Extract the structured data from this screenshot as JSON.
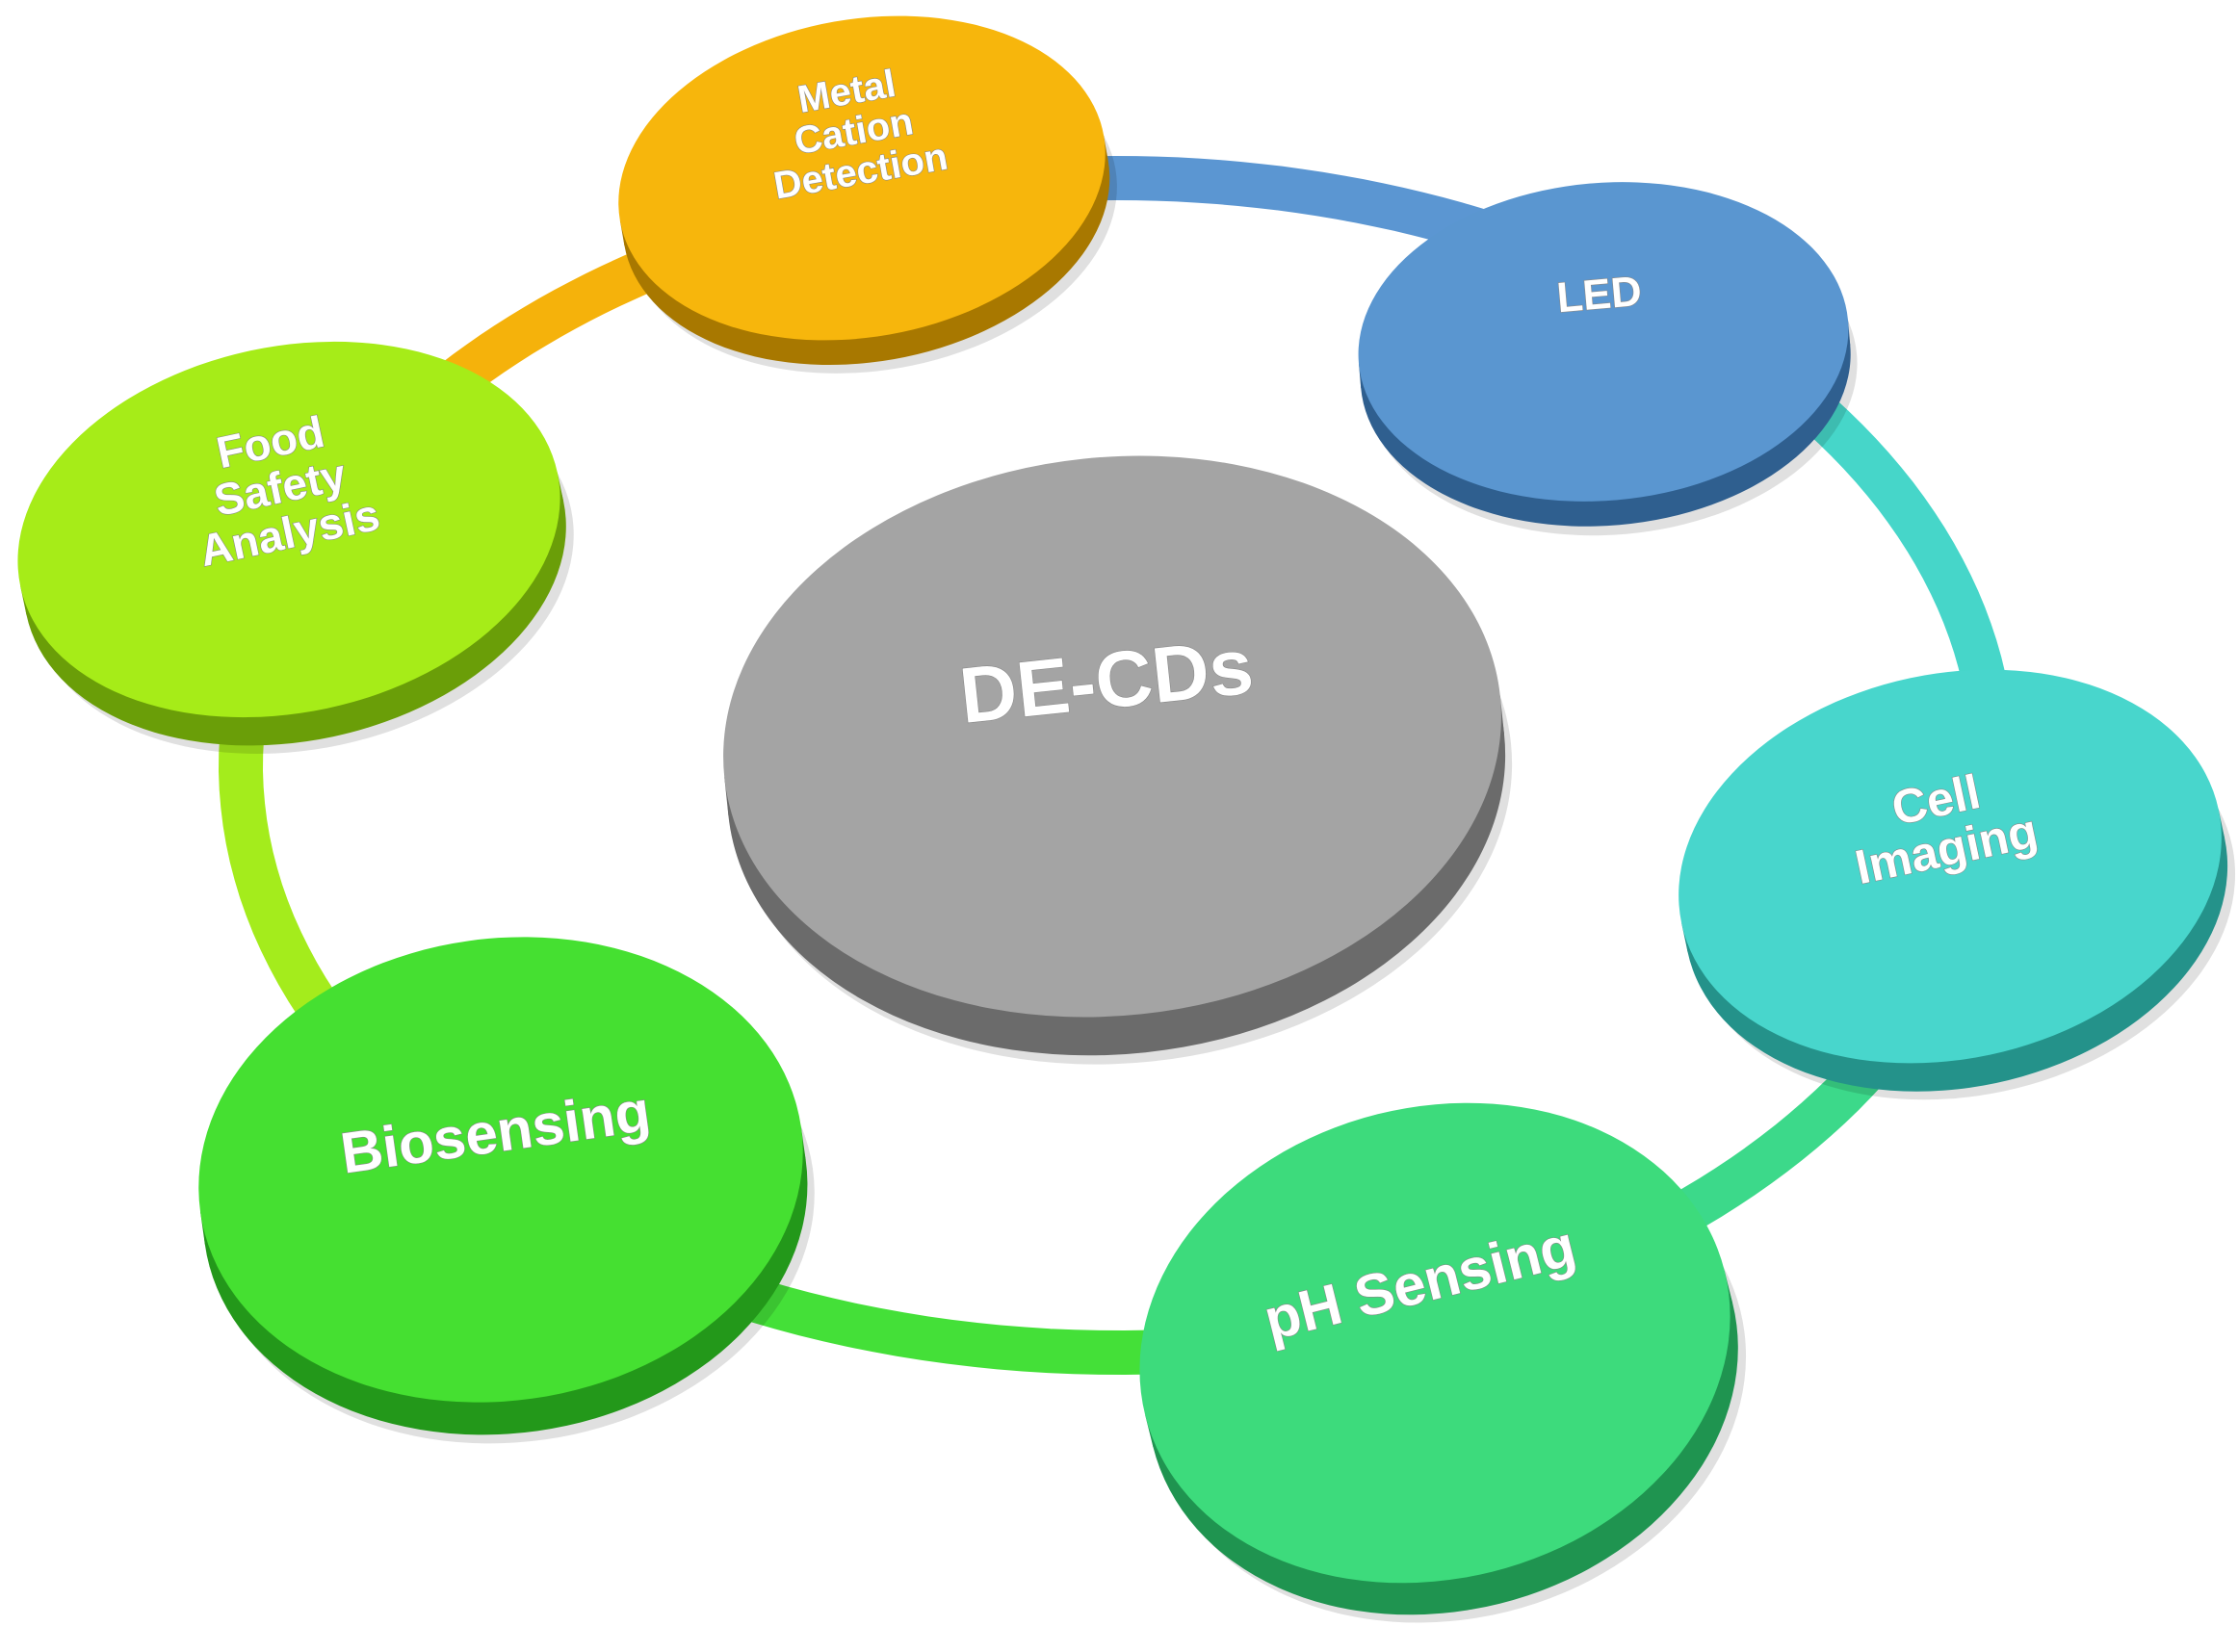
{
  "center": {
    "label": "DE-CDs",
    "color": "#a4a4a4",
    "side_color": "#6b6b6b"
  },
  "ring": {
    "segments": [
      {
        "from": "metal-cation-detection",
        "to": "led",
        "color": "#5b96d2"
      },
      {
        "from": "led",
        "to": "cell-imaging",
        "color": "#46d6c9"
      },
      {
        "from": "cell-imaging",
        "to": "ph-sensing",
        "color": "#3cd98a"
      },
      {
        "from": "ph-sensing",
        "to": "biosensing",
        "color": "#44e038"
      },
      {
        "from": "biosensing",
        "to": "food-safety-analysis",
        "color": "#a4ec1c"
      },
      {
        "from": "food-safety-analysis",
        "to": "metal-cation-detection",
        "color": "#f5b20b"
      }
    ]
  },
  "nodes": [
    {
      "id": "metal-cation-detection",
      "lines": [
        "Metal",
        "Cation",
        "Detection"
      ],
      "color": "#f7b60c",
      "side_color": "#a87800"
    },
    {
      "id": "led",
      "lines": [
        "LED"
      ],
      "color": "#5a96d0",
      "side_color": "#2f5f8f"
    },
    {
      "id": "cell-imaging",
      "lines": [
        "Cell",
        "Imaging"
      ],
      "color": "#48d6cc",
      "side_color": "#24928a"
    },
    {
      "id": "ph-sensing",
      "lines": [
        "pH Sensing"
      ],
      "color": "#3ddb7c",
      "side_color": "#1f9450"
    },
    {
      "id": "biosensing",
      "lines": [
        "Biosensing"
      ],
      "color": "#45e031",
      "side_color": "#23981a"
    },
    {
      "id": "food-safety-analysis",
      "lines": [
        "Food",
        "Safety",
        "Analysis"
      ],
      "color": "#a6ec18",
      "side_color": "#6a9e08"
    }
  ]
}
